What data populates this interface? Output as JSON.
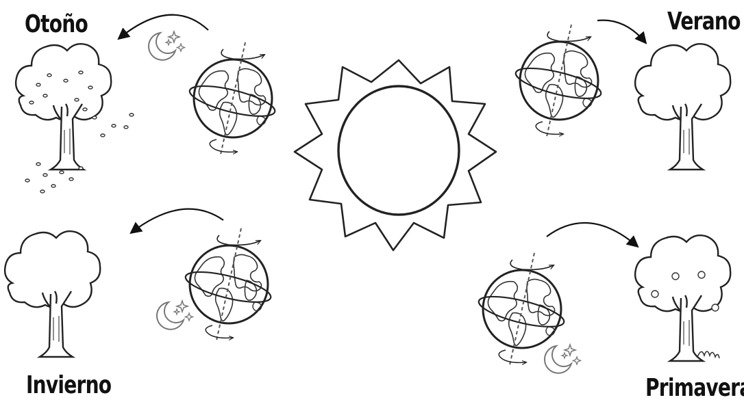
{
  "seasons": {
    "autumn": "Otoño",
    "summer": "Verano",
    "winter": "Invierno",
    "spring": "Primavera"
  },
  "icons": {
    "sun": "sun-icon",
    "earth": "earth-globe-icon",
    "moon": "crescent-moon-icon",
    "tree": "tree-icon",
    "arrow": "curved-arrow-icon"
  },
  "colors": {
    "line": "#222222",
    "background": "#ffffff",
    "moon": "#777777"
  }
}
